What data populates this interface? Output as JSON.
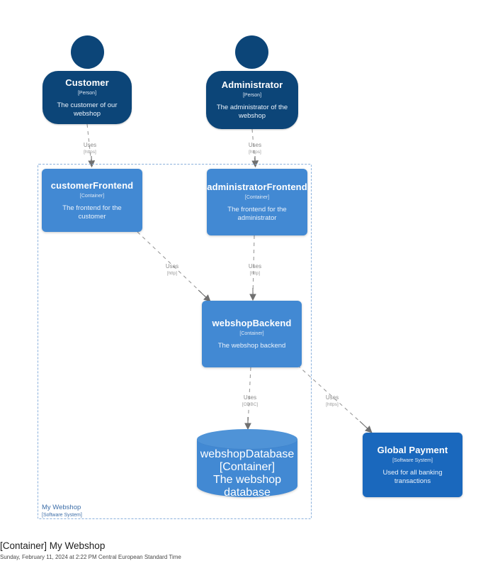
{
  "diagram": {
    "boundary": {
      "name": "My Webshop",
      "type": "[Software System]"
    },
    "nodes": [
      {
        "id": "customer",
        "title": "Customer",
        "type": "[Person]",
        "desc": "The customer of our webshop",
        "shape": "person",
        "color": "#0c4578"
      },
      {
        "id": "administrator",
        "title": "Administrator",
        "type": "[Person]",
        "desc": "The administrator of the webshop",
        "shape": "person",
        "color": "#0c4578"
      },
      {
        "id": "customerFrontend",
        "title": "customerFrontend",
        "type": "[Container]",
        "desc": "The frontend for the customer",
        "shape": "box",
        "color": "#4289d3"
      },
      {
        "id": "administratorFrontend",
        "title": "administratorFrontend",
        "type": "[Container]",
        "desc": "The frontend for the administrator",
        "shape": "box",
        "color": "#4289d3"
      },
      {
        "id": "webshopBackend",
        "title": "webshopBackend",
        "type": "[Container]",
        "desc": "The webshop backend",
        "shape": "box",
        "color": "#4289d3"
      },
      {
        "id": "webshopDatabase",
        "title": "webshopDatabase",
        "type": "[Container]",
        "desc": "The webshop database",
        "shape": "cylinder",
        "color": "#4289d3"
      },
      {
        "id": "globalPayment",
        "title": "Global Payment",
        "type": "[Software System]",
        "desc": "Used for all banking transactions",
        "shape": "box",
        "color": "#1a68bd"
      }
    ],
    "edges": [
      {
        "id": "customer-customerFrontend",
        "label": "Uses",
        "technology": "[https]"
      },
      {
        "id": "administrator-administratorFrontend",
        "label": "Uses",
        "technology": "[https]"
      },
      {
        "id": "customerFrontend-webshopBackend",
        "label": "Uses",
        "technology": "[http]"
      },
      {
        "id": "administratorFrontend-webshopBackend",
        "label": "Uses",
        "technology": "[http]"
      },
      {
        "id": "webshopBackend-webshopDatabase",
        "label": "Uses",
        "technology": "[ODBC]"
      },
      {
        "id": "webshopBackend-globalPayment",
        "label": "Uses",
        "technology": "[https]"
      }
    ]
  },
  "footer": {
    "title": "[Container] My Webshop",
    "timestamp": "Sunday, February 11, 2024 at 2:22 PM Central European Standard Time"
  }
}
